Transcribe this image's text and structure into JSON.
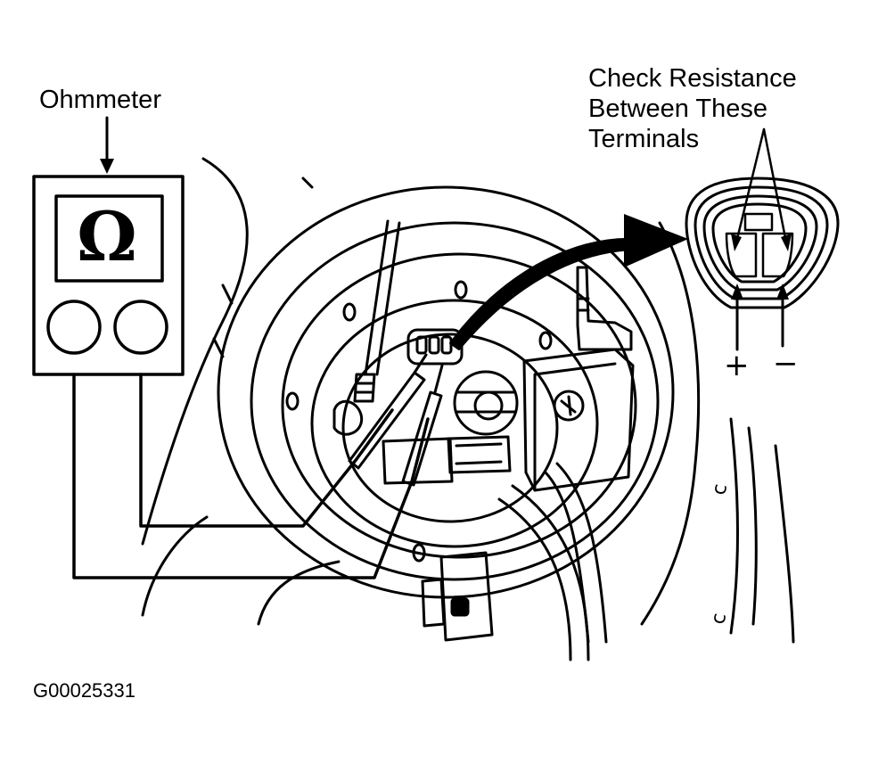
{
  "labels": {
    "ohmmeter": "Ohmmeter",
    "check_line1": "Check Resistance",
    "check_line2": "Between These",
    "check_line3": "Terminals",
    "plus": "+",
    "minus": "−",
    "omega": "Ω",
    "figure_id": "G00025331"
  },
  "colors": {
    "ink": "#000000",
    "paper": "#ffffff"
  }
}
